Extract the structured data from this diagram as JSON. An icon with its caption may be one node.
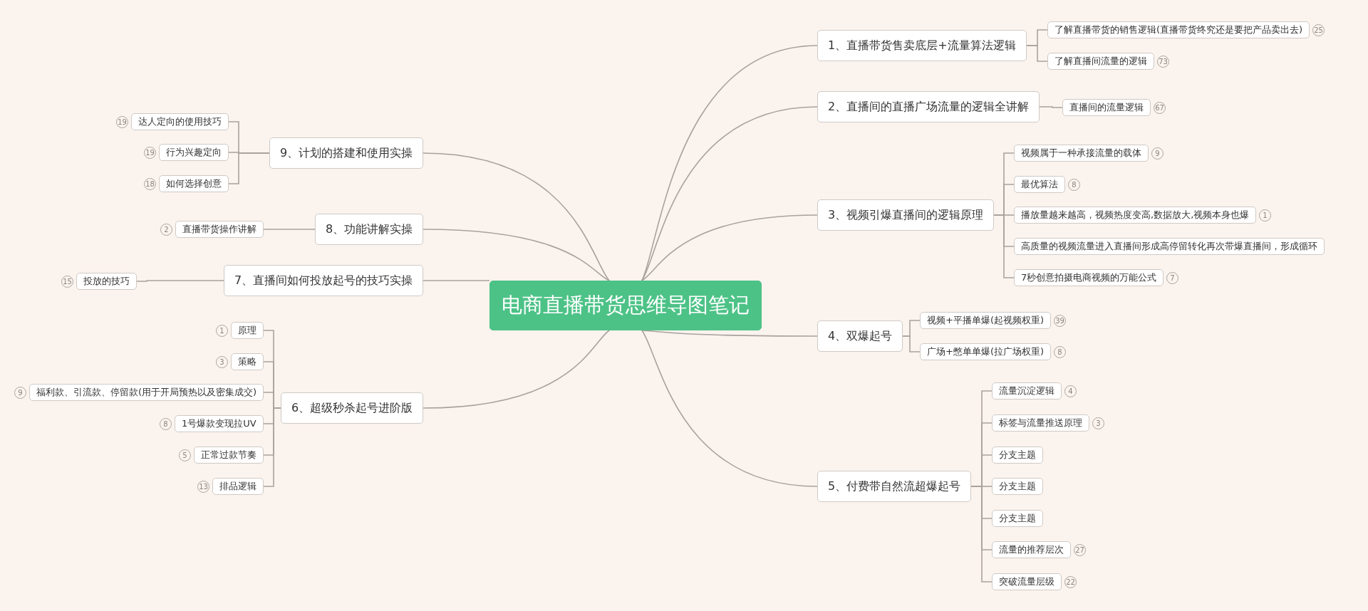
{
  "diagram": {
    "nodes": [
      {
        "text": [
          "电商直播带货思维导图笔记"
        ]
      },
      {
        "text": [
          "1、直播带货售卖底层+流量算法逻辑"
        ]
      },
      {
        "text": [
          "了解直播带货的销售逻辑(直播带货终究还是要把产品卖出去)"
        ],
        "beside": [
          "25"
        ]
      },
      {
        "text": [
          "了解直播间流量的逻辑"
        ],
        "beside": [
          "73"
        ]
      },
      {
        "text": [
          "2、直播间的直播广场流量的逻辑全讲解"
        ]
      },
      {
        "text": [
          "直播间的流量逻辑"
        ],
        "beside": [
          "67"
        ]
      },
      {
        "text": [
          "3、视频引爆直播间的逻辑原理"
        ]
      },
      {
        "text": [
          "视频属于一种承接流量的载体"
        ],
        "beside": [
          "9"
        ]
      },
      {
        "text": [
          "最优算法"
        ],
        "beside": [
          "8"
        ]
      },
      {
        "text": [
          "播放量越来越高，视频热度变高,数据放大,视频本身也爆"
        ],
        "beside": [
          "1"
        ]
      },
      {
        "text": [
          "高质量的视频流量进入直播间形成高停留转化再次带爆直播间，形成循环"
        ]
      },
      {
        "text": [
          "7秒创意拍摄电商视频的万能公式"
        ],
        "beside": [
          "7"
        ]
      },
      {
        "text": [
          "4、双爆起号"
        ]
      },
      {
        "text": [
          "视频+平播单爆(起视频权重)"
        ],
        "beside": [
          "39"
        ]
      },
      {
        "text": [
          "广场+憋单单爆(拉广场权重)"
        ],
        "beside": [
          "8"
        ]
      },
      {
        "text": [
          "5、付费带自然流超爆起号"
        ]
      },
      {
        "text": [
          "流量沉淀逻辑"
        ],
        "beside": [
          "4"
        ]
      },
      {
        "text": [
          "标签与流量推送原理"
        ],
        "beside": [
          "3"
        ]
      },
      {
        "text": [
          "分支主题"
        ]
      },
      {
        "text": [
          "分支主题"
        ]
      },
      {
        "text": [
          "分支主题"
        ]
      },
      {
        "text": [
          "流量的推荐层次"
        ],
        "beside": [
          "27"
        ]
      },
      {
        "text": [
          "突破流量层级"
        ],
        "beside": [
          "22"
        ]
      },
      {
        "text": [
          "6、超级秒杀起号进阶版"
        ]
      },
      {
        "text": [
          "原理"
        ],
        "beside": [
          "1"
        ]
      },
      {
        "text": [
          "策略"
        ],
        "beside": [
          "3"
        ]
      },
      {
        "text": [
          "福利款、引流款、停留款(用于开局预热以及密集成交)"
        ],
        "beside": [
          "9"
        ]
      },
      {
        "text": [
          "1号爆款变现拉UV"
        ],
        "beside": [
          "8"
        ]
      },
      {
        "text": [
          "正常过款节奏"
        ],
        "beside": [
          "5"
        ]
      },
      {
        "text": [
          "排品逻辑"
        ],
        "beside": [
          "13"
        ]
      },
      {
        "text": [
          "7、直播间如何投放起号的技巧实操"
        ]
      },
      {
        "text": [
          "投放的技巧"
        ],
        "beside": [
          "15"
        ]
      },
      {
        "text": [
          "8、功能讲解实操"
        ]
      },
      {
        "text": [
          "直播带货操作讲解"
        ],
        "beside": [
          "2"
        ]
      },
      {
        "text": [
          "9、计划的搭建和使用实操"
        ]
      },
      {
        "text": [
          "达人定向的使用技巧"
        ],
        "beside": [
          "19"
        ]
      },
      {
        "text": [
          "行为兴趣定向"
        ],
        "beside": [
          "19"
        ]
      },
      {
        "text": [
          "如何选择创意"
        ],
        "beside": [
          "18"
        ]
      }
    ],
    "edges": [
      {
        "from": 0,
        "to": 1,
        "arrow": "none"
      },
      {
        "from": 1,
        "to": 2,
        "arrow": "none"
      },
      {
        "from": 1,
        "to": 3,
        "arrow": "none"
      },
      {
        "from": 0,
        "to": 4,
        "arrow": "none"
      },
      {
        "from": 4,
        "to": 5,
        "arrow": "none"
      },
      {
        "from": 0,
        "to": 6,
        "arrow": "none"
      },
      {
        "from": 6,
        "to": 7,
        "arrow": "none"
      },
      {
        "from": 6,
        "to": 8,
        "arrow": "none"
      },
      {
        "from": 6,
        "to": 9,
        "arrow": "none"
      },
      {
        "from": 6,
        "to": 10,
        "arrow": "none"
      },
      {
        "from": 6,
        "to": 11,
        "arrow": "none"
      },
      {
        "from": 0,
        "to": 12,
        "arrow": "none"
      },
      {
        "from": 12,
        "to": 13,
        "arrow": "none"
      },
      {
        "from": 12,
        "to": 14,
        "arrow": "none"
      },
      {
        "from": 0,
        "to": 15,
        "arrow": "none"
      },
      {
        "from": 15,
        "to": 16,
        "arrow": "none"
      },
      {
        "from": 15,
        "to": 17,
        "arrow": "none"
      },
      {
        "from": 15,
        "to": 18,
        "arrow": "none"
      },
      {
        "from": 15,
        "to": 19,
        "arrow": "none"
      },
      {
        "from": 15,
        "to": 20,
        "arrow": "none"
      },
      {
        "from": 15,
        "to": 21,
        "arrow": "none"
      },
      {
        "from": 15,
        "to": 22,
        "arrow": "none"
      },
      {
        "from": 0,
        "to": 23,
        "arrow": "none"
      },
      {
        "from": 23,
        "to": 24,
        "arrow": "none"
      },
      {
        "from": 23,
        "to": 25,
        "arrow": "none"
      },
      {
        "from": 23,
        "to": 26,
        "arrow": "none"
      },
      {
        "from": 23,
        "to": 27,
        "arrow": "none"
      },
      {
        "from": 23,
        "to": 28,
        "arrow": "none"
      },
      {
        "from": 23,
        "to": 29,
        "arrow": "none"
      },
      {
        "from": 0,
        "to": 30,
        "arrow": "none"
      },
      {
        "from": 30,
        "to": 31,
        "arrow": "none"
      },
      {
        "from": 0,
        "to": 32,
        "arrow": "none"
      },
      {
        "from": 32,
        "to": 33,
        "arrow": "none"
      },
      {
        "from": 0,
        "to": 34,
        "arrow": "none"
      },
      {
        "from": 34,
        "to": 35,
        "arrow": "none"
      },
      {
        "from": 34,
        "to": 36,
        "arrow": "none"
      },
      {
        "from": 34,
        "to": 37,
        "arrow": "none"
      }
    ]
  }
}
